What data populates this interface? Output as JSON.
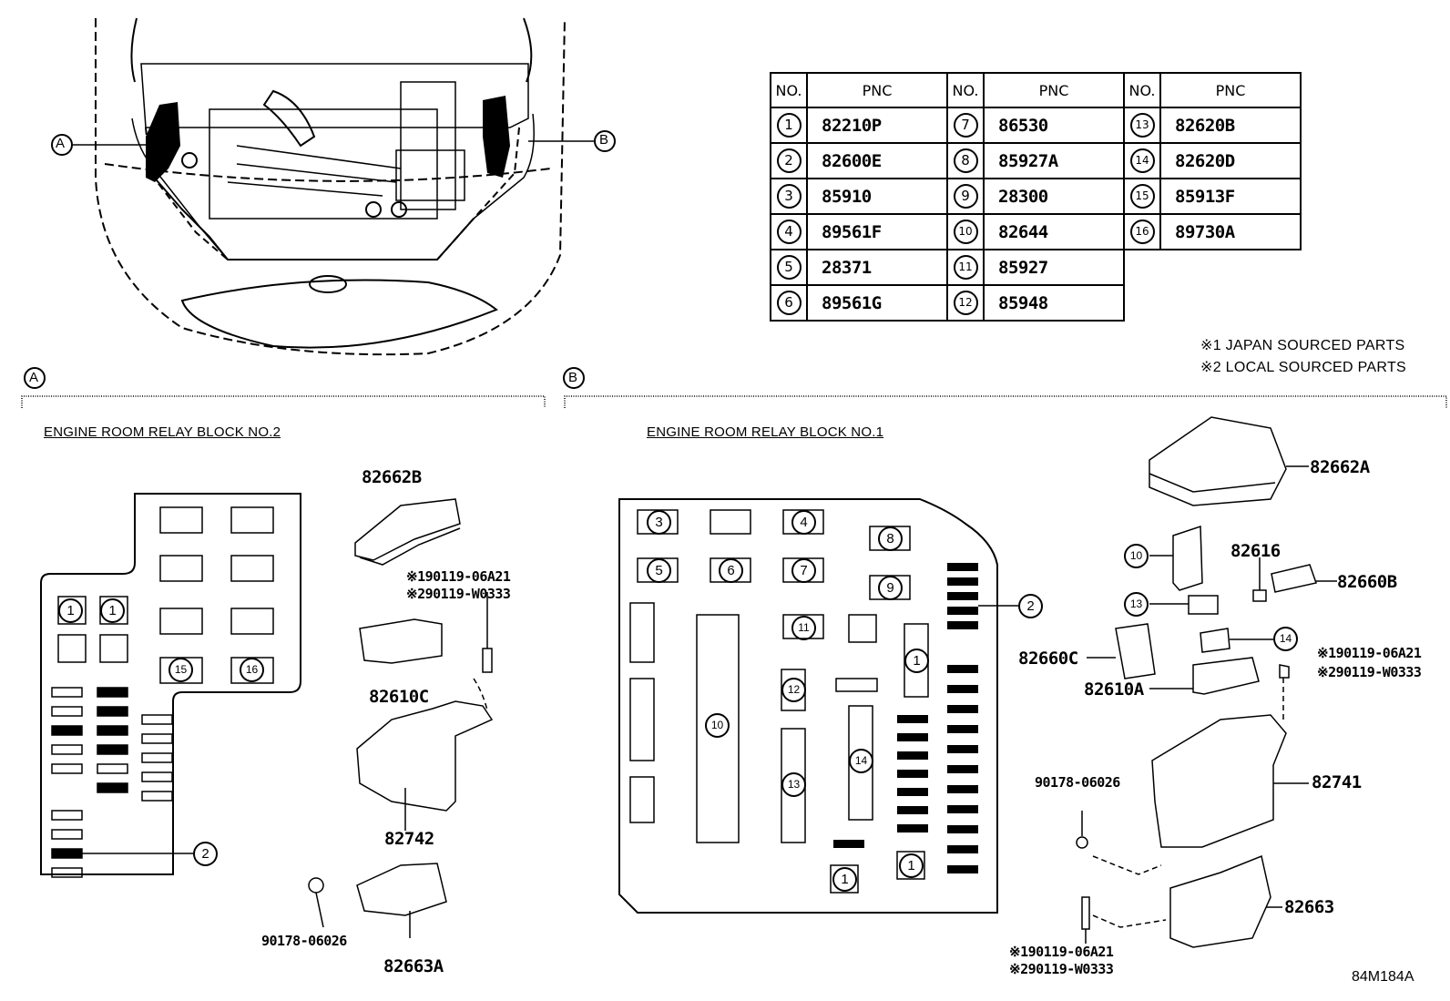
{
  "table": {
    "headers": [
      "NO.",
      "PNC",
      "NO.",
      "PNC",
      "NO.",
      "PNC"
    ],
    "rows": [
      [
        {
          "no": "1",
          "pnc": "82210P"
        },
        {
          "no": "7",
          "pnc": "86530"
        },
        {
          "no": "13",
          "pnc": "82620B"
        }
      ],
      [
        {
          "no": "2",
          "pnc": "82600E"
        },
        {
          "no": "8",
          "pnc": "85927A"
        },
        {
          "no": "14",
          "pnc": "82620D"
        }
      ],
      [
        {
          "no": "3",
          "pnc": "85910"
        },
        {
          "no": "9",
          "pnc": "28300"
        },
        {
          "no": "15",
          "pnc": "85913F"
        }
      ],
      [
        {
          "no": "4",
          "pnc": "89561F"
        },
        {
          "no": "10",
          "pnc": "82644"
        },
        {
          "no": "16",
          "pnc": "89730A"
        }
      ],
      [
        {
          "no": "5",
          "pnc": "28371"
        },
        {
          "no": "11",
          "pnc": "85927"
        },
        null
      ],
      [
        {
          "no": "6",
          "pnc": "89561G"
        },
        {
          "no": "12",
          "pnc": "85948"
        },
        null
      ]
    ]
  },
  "notes": {
    "n1": "※1 JAPAN SOURCED PARTS",
    "n2": "※2 LOCAL SOURCED PARTS"
  },
  "section_a": {
    "marker": "A",
    "title": "ENGINE ROOM RELAY BLOCK NO.2",
    "parts": {
      "p82662B": "82662B",
      "bolt_n1": "※190119-06A21",
      "bolt_n2": "※290119-W0333",
      "p82610C": "82610C",
      "p82742": "82742",
      "p90178": "90178-06026",
      "p82663A": "82663A"
    },
    "callout_2": "2"
  },
  "section_b": {
    "marker": "B",
    "title": "ENGINE ROOM RELAY BLOCK NO.1",
    "parts": {
      "p82662A": "82662A",
      "p82616": "82616",
      "p82660B": "82660B",
      "p82660C": "82660C",
      "p82610A": "82610A",
      "bolt_n1": "※190119-06A21",
      "bolt_n2": "※290119-W0333",
      "p82741": "82741",
      "p90178": "90178-06026",
      "p82663": "82663",
      "bolt2_n1": "※190119-06A21",
      "bolt2_n2": "※290119-W0333"
    },
    "callout_2": "2"
  },
  "car_markers": {
    "a": "A",
    "b": "B"
  },
  "figure_id": "84M184A"
}
